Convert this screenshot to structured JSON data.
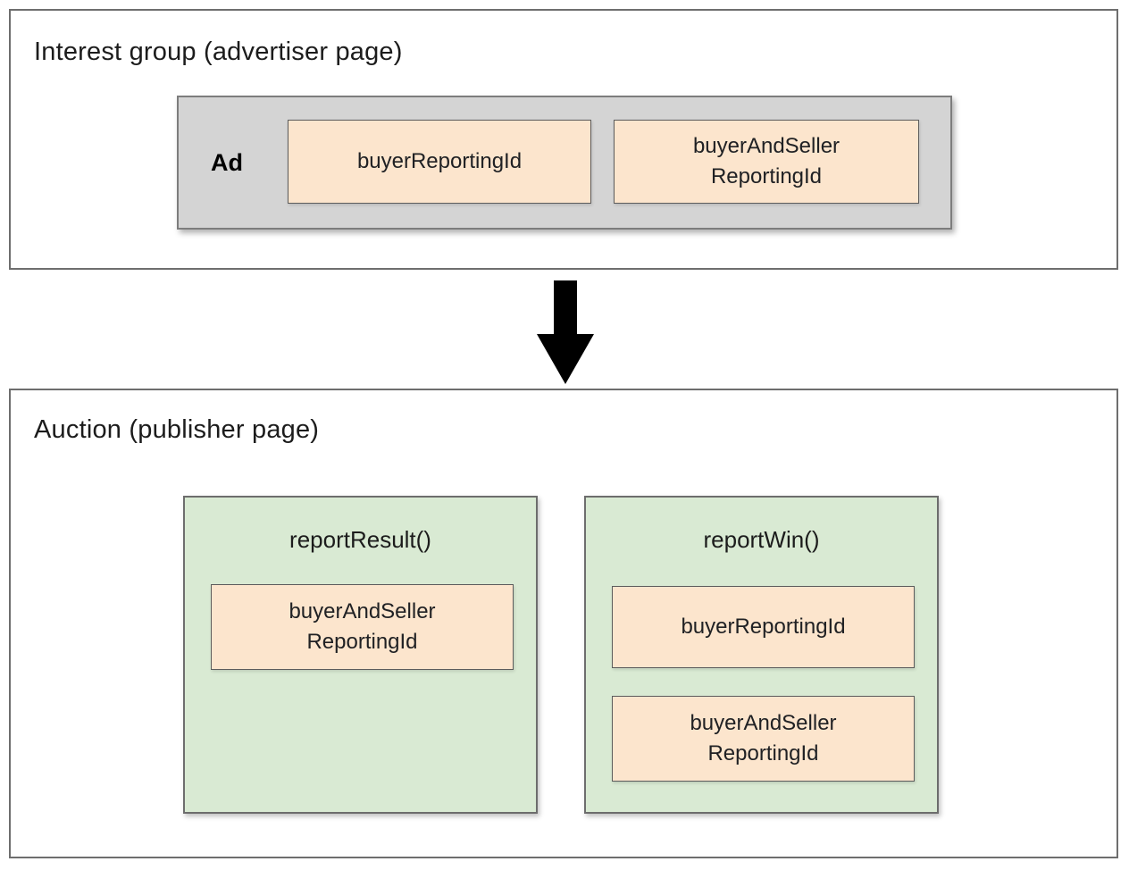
{
  "diagram": {
    "interest_group": {
      "title": "Interest group (advertiser page)",
      "ad_label": "Ad",
      "items": [
        {
          "label": "buyerReportingId"
        },
        {
          "label": "buyerAndSeller\nReportingId"
        }
      ]
    },
    "auction": {
      "title": "Auction (publisher page)",
      "functions": [
        {
          "name": "reportResult()",
          "items": [
            {
              "label": "buyerAndSeller\nReportingId"
            }
          ]
        },
        {
          "name": "reportWin()",
          "items": [
            {
              "label": "buyerReportingId"
            },
            {
              "label": "buyerAndSeller\nReportingId"
            }
          ]
        }
      ]
    },
    "colors": {
      "peach_fill": "#fce5cd",
      "green_fill": "#d9ead3",
      "gray_fill": "#d4d4d4",
      "border_gray": "#6e6e6e",
      "arrow": "#000000"
    }
  }
}
